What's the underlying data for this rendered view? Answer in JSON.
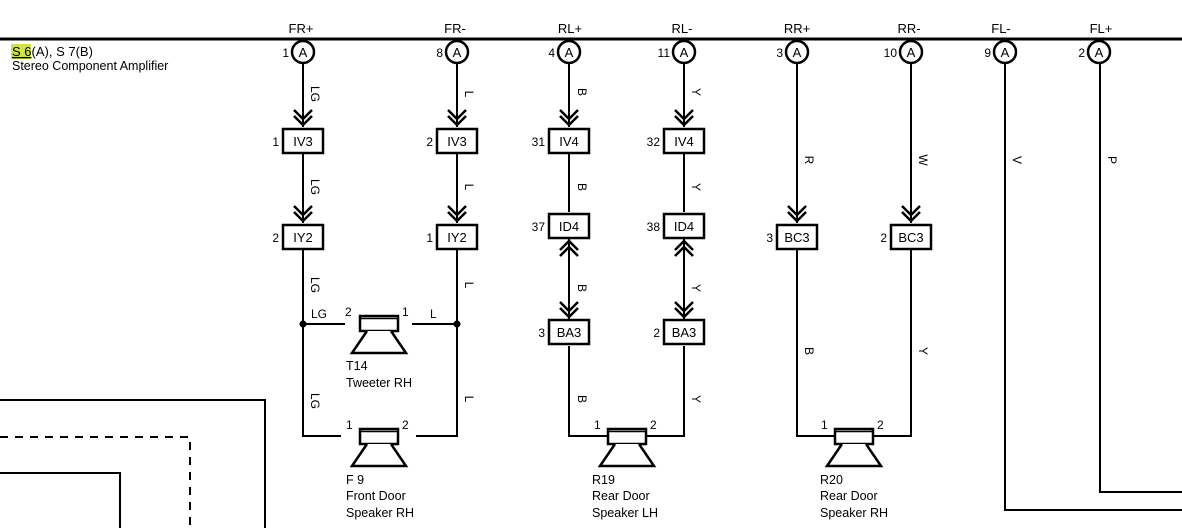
{
  "header": {
    "main_connector": "S 6",
    "main_connector_suffix": "(A), S 7(B)",
    "main_component": "Stereo Component Amplifier",
    "highlight_color": "#cfe24a"
  },
  "terminals": [
    {
      "signal": "FR+",
      "pin": "1",
      "connector": "A"
    },
    {
      "signal": "FR-",
      "pin": "8",
      "connector": "A"
    },
    {
      "signal": "RL+",
      "pin": "4",
      "connector": "A"
    },
    {
      "signal": "RL-",
      "pin": "11",
      "connector": "A"
    },
    {
      "signal": "RR+",
      "pin": "3",
      "connector": "A"
    },
    {
      "signal": "RR-",
      "pin": "10",
      "connector": "A"
    },
    {
      "signal": "FL-",
      "pin": "9",
      "connector": "A"
    },
    {
      "signal": "FL+",
      "pin": "2",
      "connector": "A"
    }
  ],
  "wire_colors": {
    "fr_plus": "LG",
    "fr_minus": "L",
    "rl_plus": "B",
    "rl_minus": "Y",
    "rr_plus_upper": "R",
    "rr_minus_upper": "W",
    "rr_plus_lower": "B",
    "rr_minus_lower": "Y",
    "fl_minus": "V",
    "fl_plus": "P"
  },
  "junctions": [
    {
      "pin": "1",
      "code": "IV3"
    },
    {
      "pin": "2",
      "code": "IV3"
    },
    {
      "pin": "31",
      "code": "IV4"
    },
    {
      "pin": "32",
      "code": "IV4"
    },
    {
      "pin": "2",
      "code": "IY2"
    },
    {
      "pin": "1",
      "code": "IY2"
    },
    {
      "pin": "37",
      "code": "ID4"
    },
    {
      "pin": "38",
      "code": "ID4"
    },
    {
      "pin": "3",
      "code": "BC3"
    },
    {
      "pin": "2",
      "code": "BC3"
    },
    {
      "pin": "3",
      "code": "BA3"
    },
    {
      "pin": "2",
      "code": "BA3"
    }
  ],
  "components": {
    "tweeter": {
      "id": "T14",
      "name": "Tweeter RH",
      "pin_left": "2",
      "pin_right": "1",
      "wire_left": "LG",
      "wire_right": "L"
    },
    "front_door": {
      "id": "F 9",
      "name_line1": "Front Door",
      "name_line2": "Speaker RH",
      "pin_left": "1",
      "pin_right": "2"
    },
    "rear_lh": {
      "id": "R19",
      "name_line1": "Rear Door",
      "name_line2": "Speaker LH",
      "pin_left": "1",
      "pin_right": "2"
    },
    "rear_rh": {
      "id": "R20",
      "name_line1": "Rear Door",
      "name_line2": "Speaker RH",
      "pin_left": "1",
      "pin_right": "2"
    }
  }
}
